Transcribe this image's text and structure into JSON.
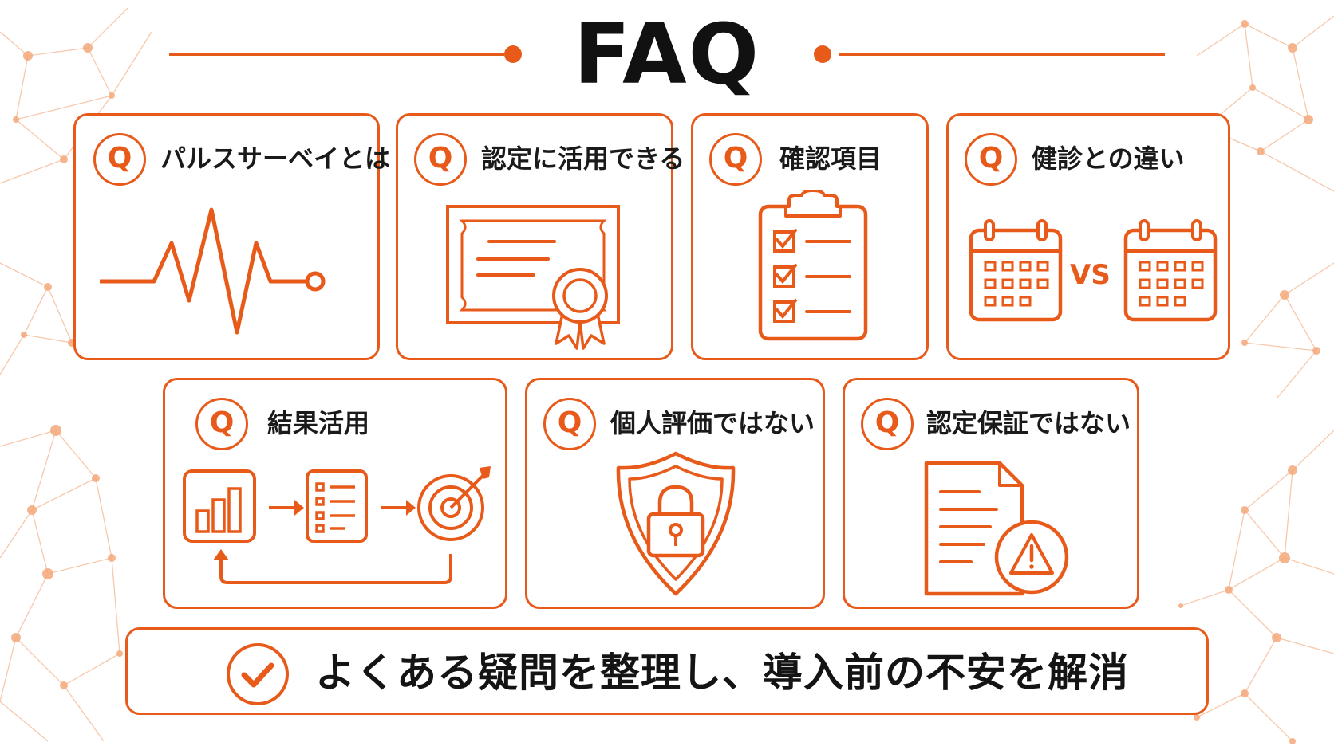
{
  "title": "FAQ",
  "accent_color": "#e85a1a",
  "cards": [
    {
      "q": "Q",
      "label": "パルスサーベイとは",
      "icon": "heartbeat-icon"
    },
    {
      "q": "Q",
      "label": "認定に活用できる",
      "icon": "certificate-icon"
    },
    {
      "q": "Q",
      "label": "確認項目",
      "icon": "checklist-clipboard-icon"
    },
    {
      "q": "Q",
      "label": "健診との違い",
      "icon": "calendar-comparison-icon",
      "vs_label": "VS"
    },
    {
      "q": "Q",
      "label": "結果活用",
      "icon": "result-cycle-icon"
    },
    {
      "q": "Q",
      "label": "個人評価ではない",
      "icon": "shield-lock-icon"
    },
    {
      "q": "Q",
      "label": "認定保証ではない",
      "icon": "document-warning-icon"
    }
  ],
  "footer": {
    "icon": "check-icon",
    "text": "よくある疑問を整理し、導入前の不安を解消"
  }
}
